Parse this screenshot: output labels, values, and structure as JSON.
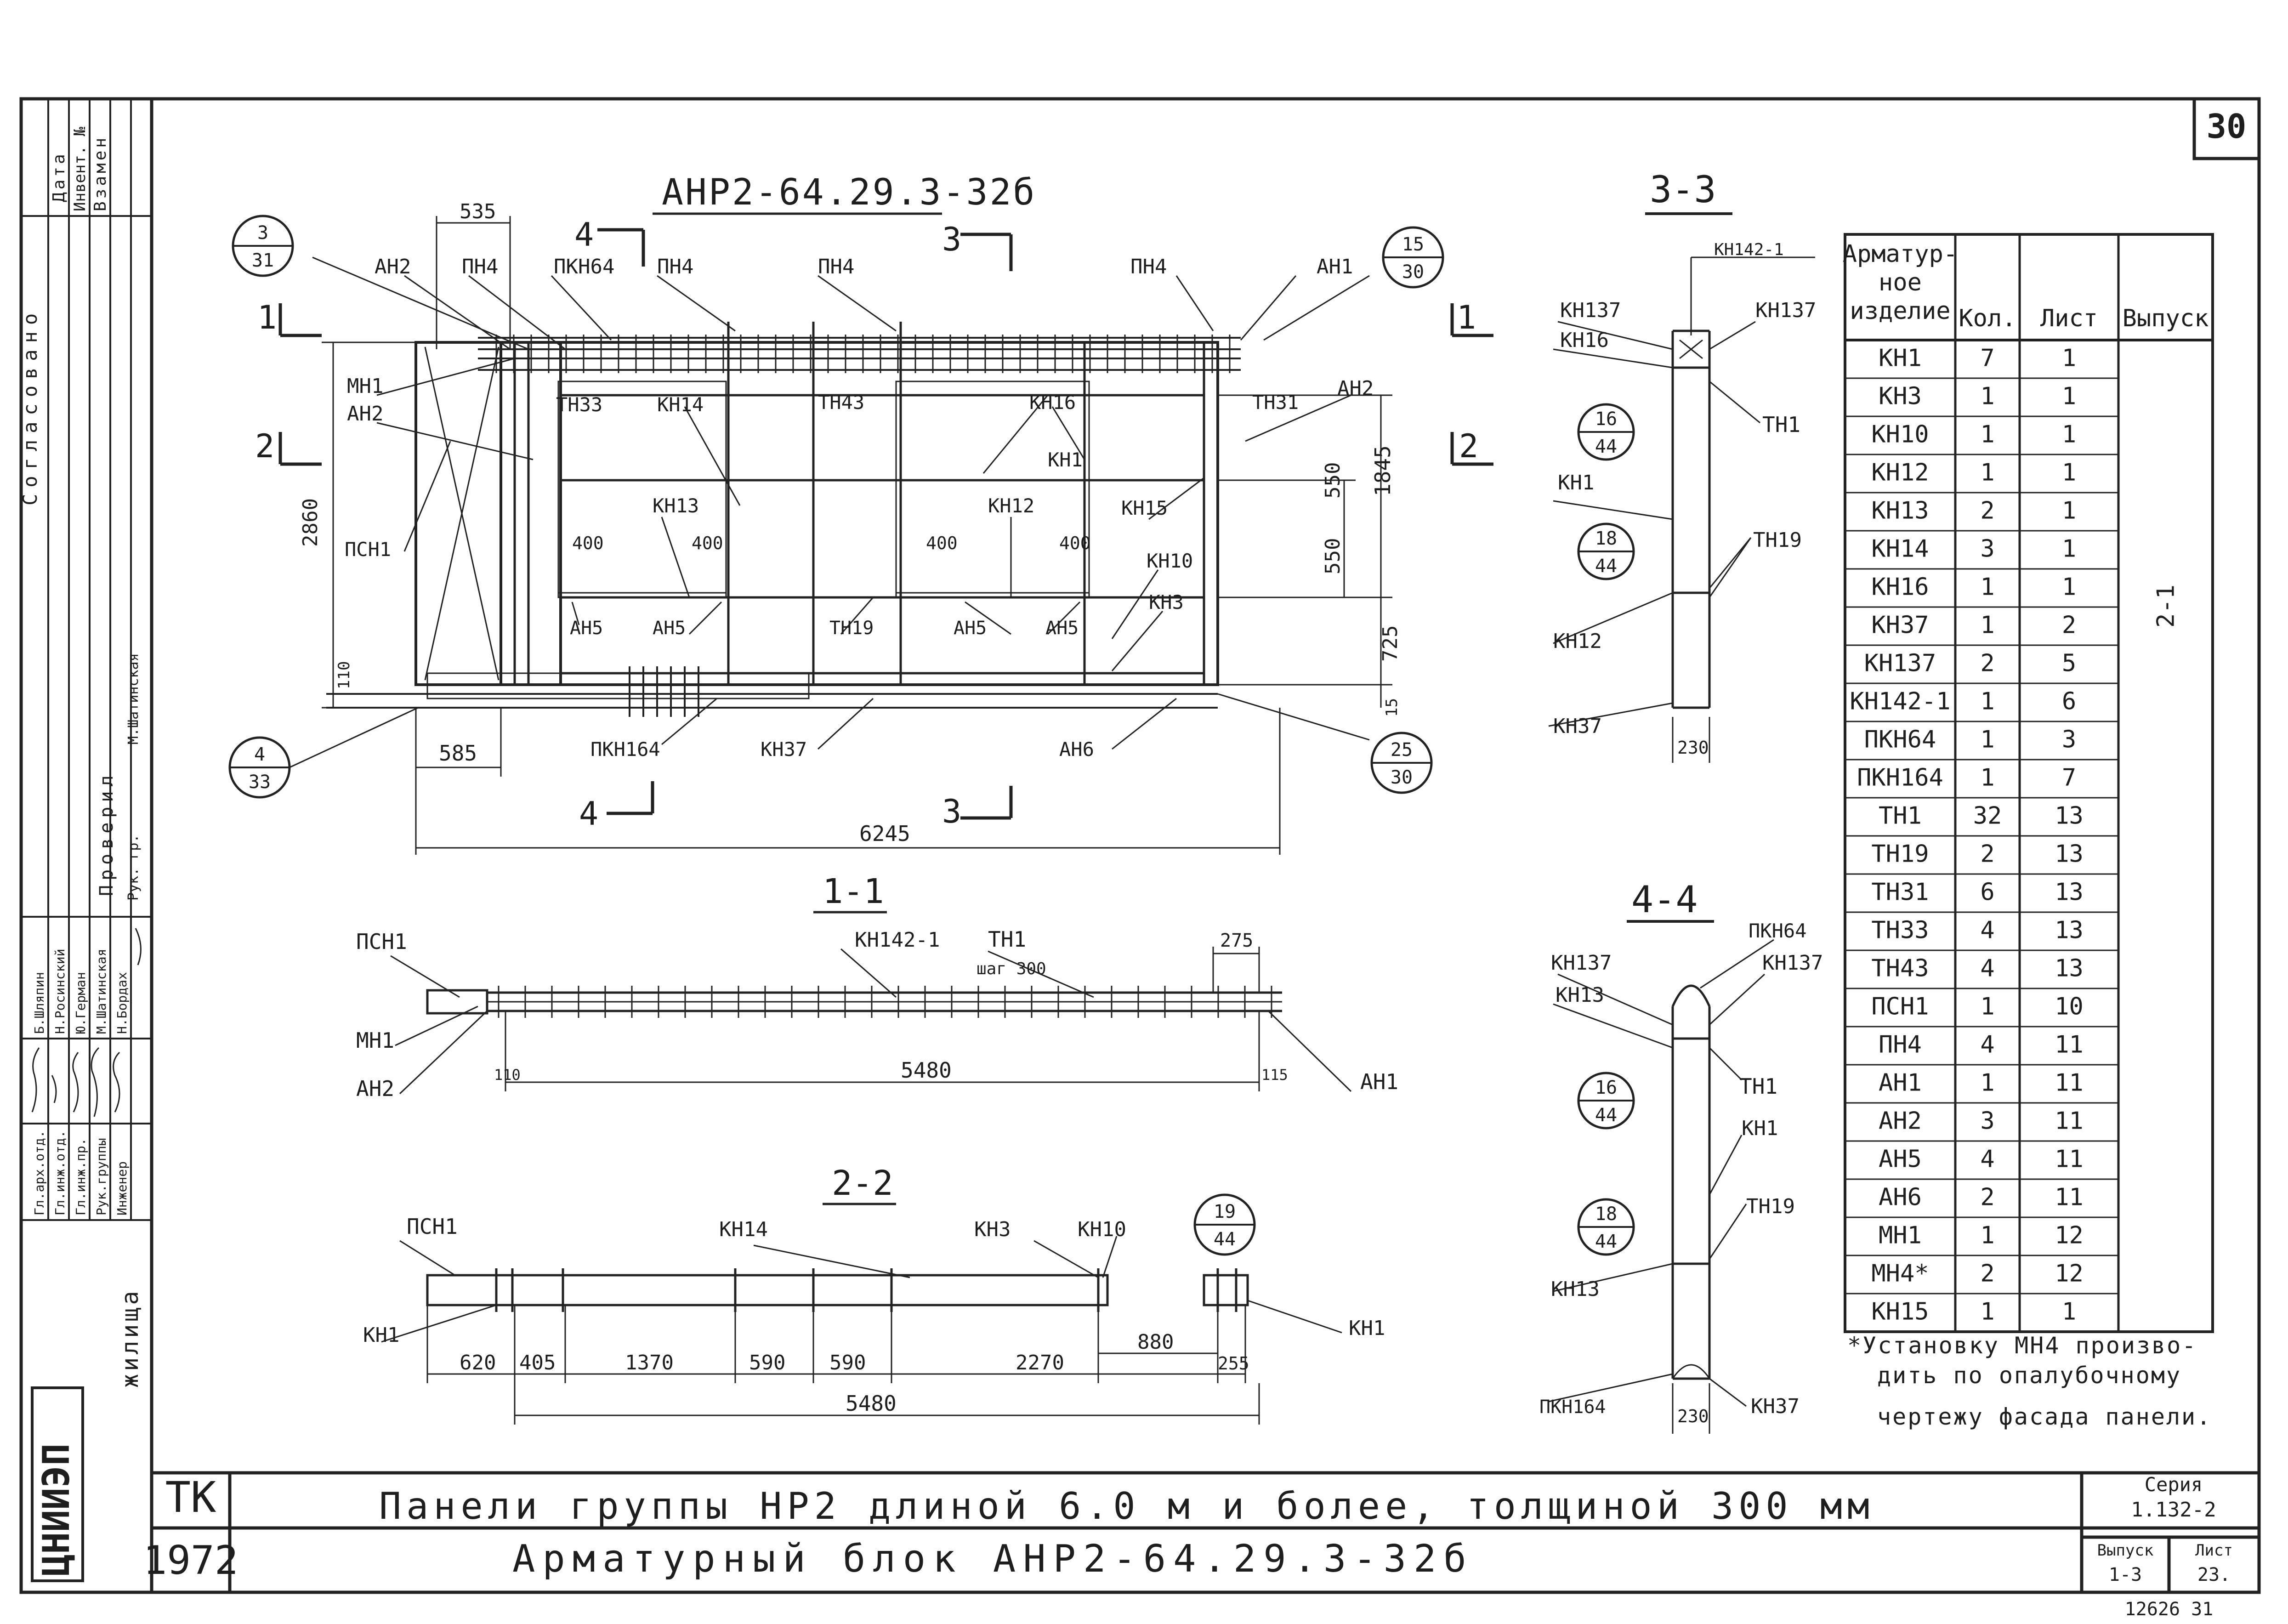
{
  "sheet": {
    "number": "30",
    "footnote": [
      "*Установку МН4 произво-",
      "дить по опалубочному",
      "чертежу фасада панели."
    ],
    "org_logo": "ЦНИИЭП",
    "org_dept": "жилища",
    "tk": "ТК",
    "year": "1972",
    "title_line1": "Панели группы НР2 длиной 6.0 м и более, толщиной 300 мм",
    "title_line2": "Арматурный блок АНР2-64.29.3-32б",
    "series_label": "Серия",
    "series_value": "1.132-2",
    "vypusk_label": "Выпуск",
    "vypusk_value": "1-3",
    "list_label": "Лист",
    "list_value": "23.",
    "inv_number": "12626 31"
  },
  "stamp": {
    "agreed": "Согласовано",
    "date": "Дата",
    "inv": "Инвент. №",
    "replace": "Взамен",
    "checked": "Проверил",
    "checker": "М.Шатинская",
    "rows": [
      {
        "role": "Гл.арх.отд.",
        "name": "Б.Шляпин"
      },
      {
        "role": "Гл.инж.отд.",
        "name": "Н.Росинский"
      },
      {
        "role": "Гл.инж.пр.",
        "name": "Ю.Герман"
      },
      {
        "role": "Рук.группы",
        "name": "М.Шатинская"
      },
      {
        "role": "Инженер",
        "name": "Н.Бордах"
      }
    ],
    "ruk_gr": "Рук. гр."
  },
  "main_view": {
    "title": "АНР2-64.29.3-32б",
    "dims": {
      "top": "535",
      "height": "2860",
      "bottom_left": "585",
      "overall": "6245",
      "left_small": "110",
      "right_1845": "1845",
      "right_550a": "550",
      "right_550b": "550",
      "right_725": "725",
      "right_15": "15",
      "d400a": "400",
      "d400b": "400",
      "d400c": "400",
      "d400d": "400"
    },
    "labels": [
      "АН2",
      "ПН4",
      "ПКН64",
      "ПН4",
      "ПН4",
      "ПН4",
      "АН1",
      "МН1",
      "АН2",
      "ТН33",
      "КН14",
      "ТН43",
      "КН16",
      "ТН31",
      "АН2",
      "ПСН1",
      "КН1",
      "КН13",
      "КН12",
      "КН15",
      "КН10",
      "КН3",
      "АН5",
      "АН5",
      "ТН19",
      "АН5",
      "АН5",
      "ПКН164",
      "КН37",
      "АН6"
    ],
    "callouts": [
      {
        "top": "3",
        "bottom": "31"
      },
      {
        "top": "15",
        "bottom": "30"
      },
      {
        "top": "4",
        "bottom": "33"
      },
      {
        "top": "25",
        "bottom": "30"
      }
    ],
    "section_marks": [
      "1",
      "1",
      "2",
      "2",
      "3",
      "3",
      "4",
      "4"
    ]
  },
  "section_11": {
    "title": "1-1",
    "labels": [
      "ПСН1",
      "МН1",
      "АН2",
      "КН142-1",
      "ТН1",
      "шаг 300",
      "АН1"
    ],
    "dims": {
      "d275": "275",
      "d110": "110",
      "d5480": "5480",
      "d115": "115"
    }
  },
  "section_22": {
    "title": "2-2",
    "labels": [
      "ПСН1",
      "КН14",
      "КН3",
      "КН10",
      "КН1",
      "КН1"
    ],
    "callout": {
      "top": "19",
      "bottom": "44"
    },
    "dims": [
      "620",
      "405",
      "1370",
      "590",
      "590",
      "2270",
      "880",
      "255"
    ],
    "overall": "5480"
  },
  "section_33": {
    "title": "3-3",
    "labels": [
      "КН142-1",
      "КН137",
      "КН16",
      "КН137",
      "ТН1",
      "КН1",
      "ТН19",
      "КН12",
      "КН37"
    ],
    "callouts": [
      {
        "top": "16",
        "bottom": "44"
      },
      {
        "top": "18",
        "bottom": "44"
      }
    ],
    "dim": "230"
  },
  "section_44": {
    "title": "4-4",
    "labels": [
      "ПКН64",
      "КН137",
      "КН137",
      "КН13",
      "ТН1",
      "КН1",
      "ТН19",
      "КН13",
      "ПКН164",
      "КН37"
    ],
    "callouts": [
      {
        "top": "16",
        "bottom": "44"
      },
      {
        "top": "18",
        "bottom": "44"
      }
    ],
    "dim": "230"
  },
  "spec_table": {
    "headers": [
      "Арматур-ное изделие",
      "Кол.",
      "Лист",
      "Выпуск"
    ],
    "header_lines": [
      [
        "Арматур-",
        "ное",
        "изделие"
      ],
      [
        "Кол."
      ],
      [
        "Лист"
      ],
      [
        "Выпуск"
      ]
    ],
    "vypusk_value": "2-1",
    "rows": [
      [
        "КН1",
        "7",
        "1"
      ],
      [
        "КН3",
        "1",
        "1"
      ],
      [
        "КН10",
        "1",
        "1"
      ],
      [
        "КН12",
        "1",
        "1"
      ],
      [
        "КН13",
        "2",
        "1"
      ],
      [
        "КН14",
        "3",
        "1"
      ],
      [
        "КН16",
        "1",
        "1"
      ],
      [
        "КН37",
        "1",
        "2"
      ],
      [
        "КН137",
        "2",
        "5"
      ],
      [
        "КН142-1",
        "1",
        "6"
      ],
      [
        "ПКН64",
        "1",
        "3"
      ],
      [
        "ПКН164",
        "1",
        "7"
      ],
      [
        "ТН1",
        "32",
        "13"
      ],
      [
        "ТН19",
        "2",
        "13"
      ],
      [
        "ТН31",
        "6",
        "13"
      ],
      [
        "ТН33",
        "4",
        "13"
      ],
      [
        "ТН43",
        "4",
        "13"
      ],
      [
        "ПСН1",
        "1",
        "10"
      ],
      [
        "ПН4",
        "4",
        "11"
      ],
      [
        "АН1",
        "1",
        "11"
      ],
      [
        "АН2",
        "3",
        "11"
      ],
      [
        "АН5",
        "4",
        "11"
      ],
      [
        "АН6",
        "2",
        "11"
      ],
      [
        "МН1",
        "1",
        "12"
      ],
      [
        "МН4*",
        "2",
        "12"
      ],
      [
        "КН15",
        "1",
        "1"
      ]
    ]
  }
}
